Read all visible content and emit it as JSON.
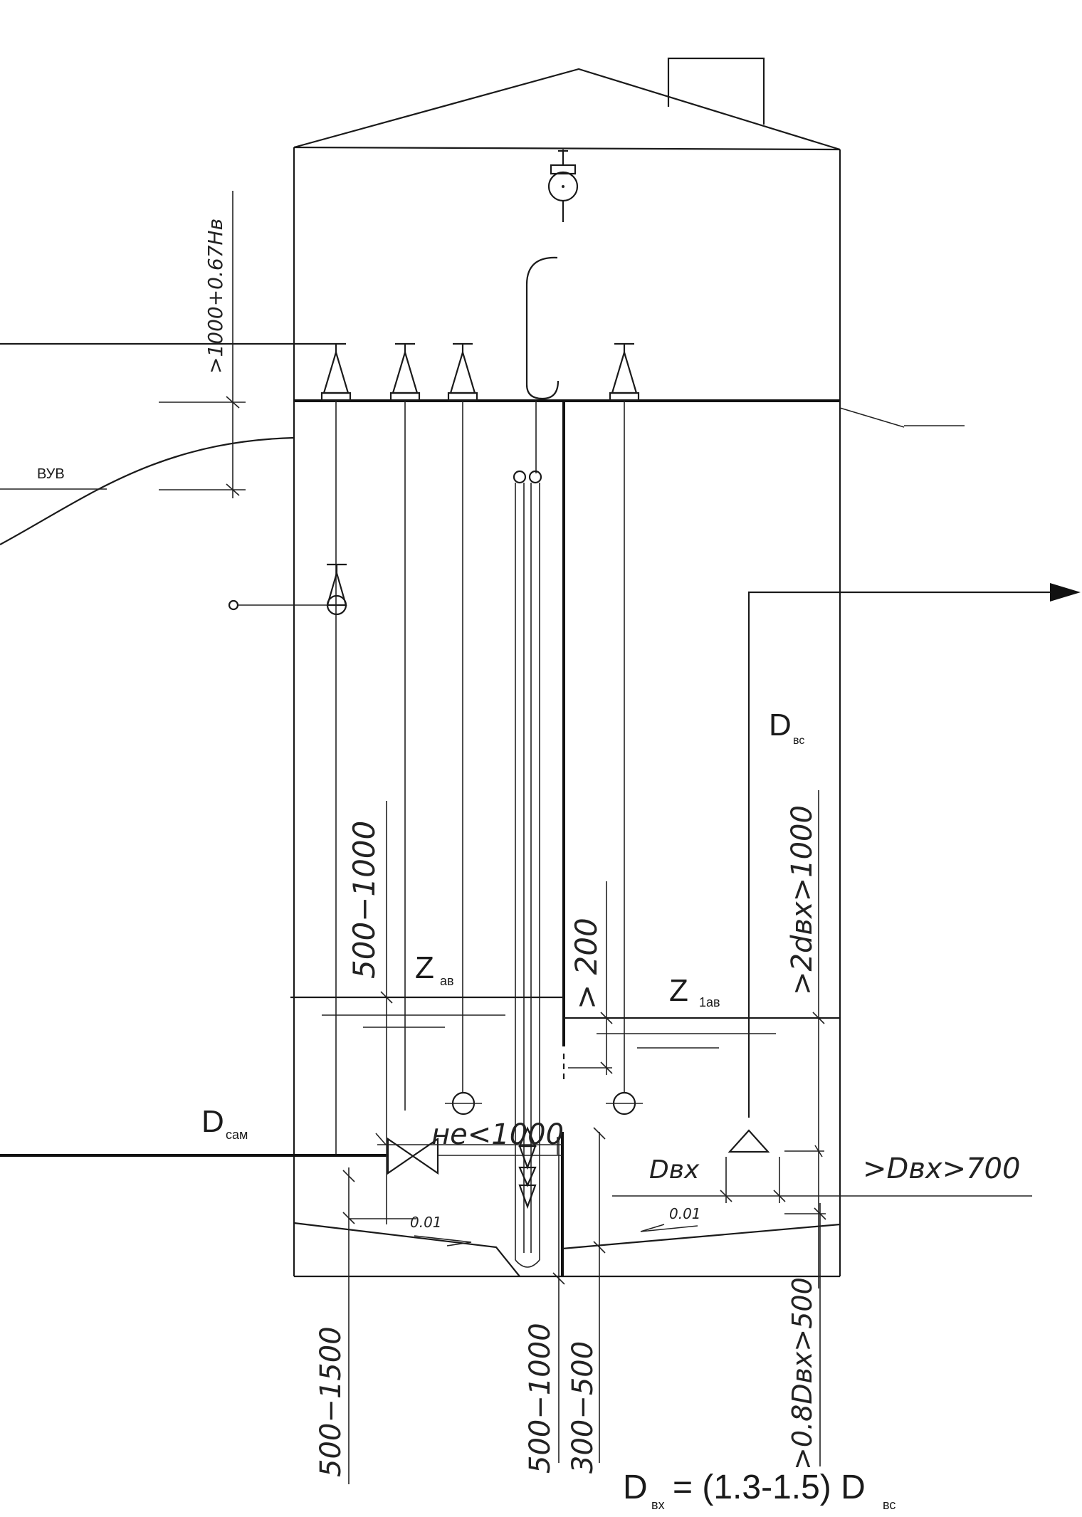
{
  "labels": {
    "vuv": "ВУВ",
    "d_vs": "D",
    "d_vs_sub": "вс",
    "d_sam": "D",
    "d_sam_sub": "сам",
    "z_av": "Z",
    "z_av_sub": "ав",
    "z_1av": "Z",
    "z_1av_sub": "1ав",
    "formula_d": "D",
    "formula_sub_vh": "вх",
    "formula_mid": " = (1.3-1.5) D",
    "formula_sub_vs": "вс"
  },
  "dimensions": {
    "top_left": ">1000+0.67Hв",
    "left_500_1000": "500−1000",
    "gt_200": "> 200",
    "right_2dvx": ">2dвх>1000",
    "ne_1000": "не<1000",
    "dvx": "Dвх",
    "gt_dvx_700": ">Dвх>700",
    "slope_left": "0.01",
    "slope_right": "0.01",
    "bottom_500_1500": "500−1500",
    "bottom_500_1000": "500−1000",
    "bottom_300_500": "300−500",
    "bottom_08dvx": ">0.8Dвх>500"
  }
}
